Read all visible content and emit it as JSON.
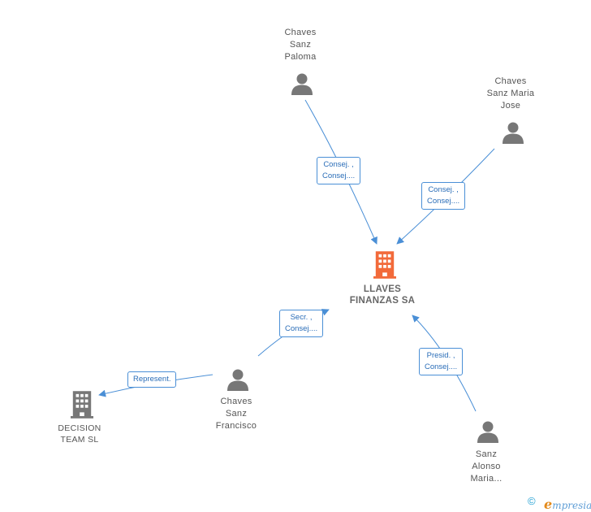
{
  "colors": {
    "edge": "#4a8fd6",
    "person_icon": "#777777",
    "main_company_icon": "#f26a3a",
    "company_icon": "#777777",
    "brand": "#1f9fd3",
    "brand_accent": "#e38a1b"
  },
  "nodes": {
    "main": {
      "label_lines": [
        "LLAVES",
        "FINANZAS SA"
      ],
      "icon": "building-icon"
    },
    "paloma": {
      "label_lines": [
        "Chaves",
        "Sanz",
        "Paloma"
      ],
      "icon": "person-icon"
    },
    "mariajose": {
      "label_lines": [
        "Chaves",
        "Sanz Maria",
        "Jose"
      ],
      "icon": "person-icon"
    },
    "francisco": {
      "label_lines": [
        "Chaves",
        "Sanz",
        "Francisco"
      ],
      "icon": "person-icon"
    },
    "sanzalonso": {
      "label_lines": [
        "Sanz",
        "Alonso",
        "Maria..."
      ],
      "icon": "person-icon"
    },
    "decision": {
      "label_lines": [
        "DECISION",
        "TEAM SL"
      ],
      "icon": "building-icon"
    }
  },
  "edges": {
    "paloma": {
      "label_lines": [
        "Consej. ,",
        "Consej...."
      ]
    },
    "mariajose": {
      "label_lines": [
        "Consej. ,",
        "Consej...."
      ]
    },
    "francisco": {
      "label_lines": [
        "Secr. ,",
        "Consej...."
      ]
    },
    "sanzalonso": {
      "label_lines": [
        "Presid. ,",
        "Consej...."
      ]
    },
    "decision": {
      "label_lines": [
        "Represent."
      ]
    }
  },
  "footer": {
    "copyright_symbol": "©",
    "brand_initial": "e",
    "brand_rest": "mpresia"
  }
}
